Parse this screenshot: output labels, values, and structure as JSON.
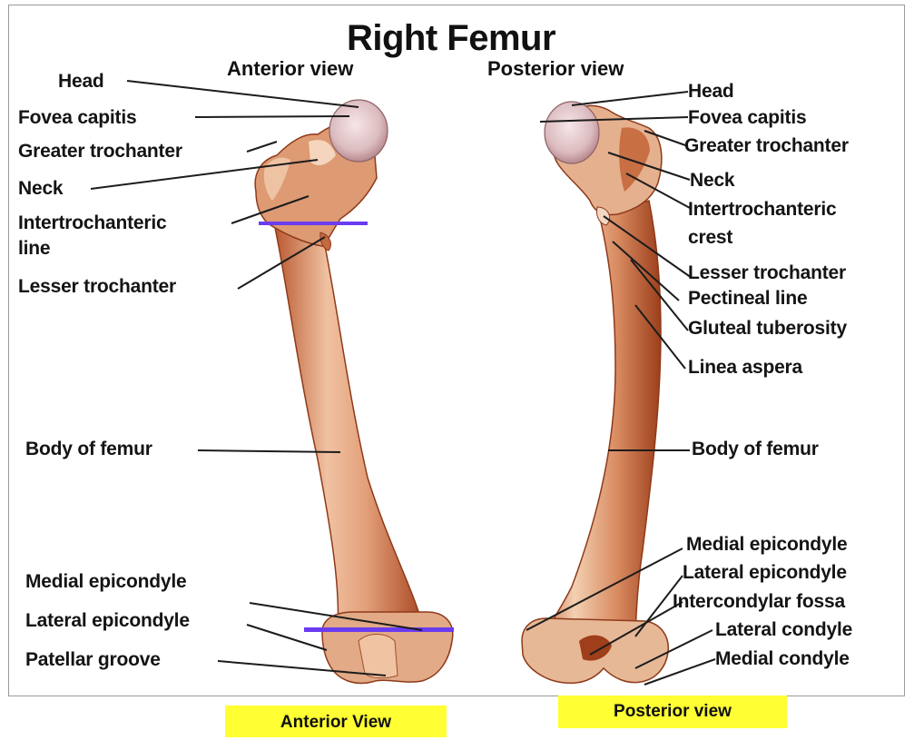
{
  "title": "Right Femur",
  "views": {
    "anterior": "Anterior view",
    "posterior": "Posterior view"
  },
  "anterior_labels": {
    "head": "Head",
    "fovea": "Fovea capitis",
    "greater_trochanter": "Greater trochanter",
    "neck": "Neck",
    "intertrochanteric_line_1": "Intertrochanteric",
    "intertrochanteric_line_2": "line",
    "lesser_trochanter": "Lesser trochanter",
    "body": "Body of femur",
    "medial_epicondyle": "Medial epicondyle",
    "lateral_epicondyle": "Lateral epicondyle",
    "patellar_groove": "Patellar groove"
  },
  "posterior_labels": {
    "head": "Head",
    "fovea": "Fovea capitis",
    "greater_trochanter": "Greater trochanter",
    "neck": "Neck",
    "intertrochanteric_crest_1": "Intertrochanteric",
    "intertrochanteric_crest_2": "crest",
    "lesser_trochanter": "Lesser trochanter",
    "pectineal_line": "Pectineal line",
    "gluteal_tuberosity": "Gluteal tuberosity",
    "linea_aspera": "Linea aspera",
    "body": "Body of femur",
    "medial_epicondyle": "Medial epicondyle",
    "lateral_epicondyle": "Lateral epicondyle",
    "intercondylar_fossa": "Intercondylar fossa",
    "lateral_condyle": "Lateral condyle",
    "medial_condyle": "Medial condyle"
  },
  "captions": {
    "anterior": "Anterior View",
    "posterior": "Posterior view"
  },
  "colors": {
    "bone": "#e0a07c",
    "bone_dark": "#a84a28",
    "marker": "#6a3cf0",
    "caption_bg": "#ffff33"
  }
}
